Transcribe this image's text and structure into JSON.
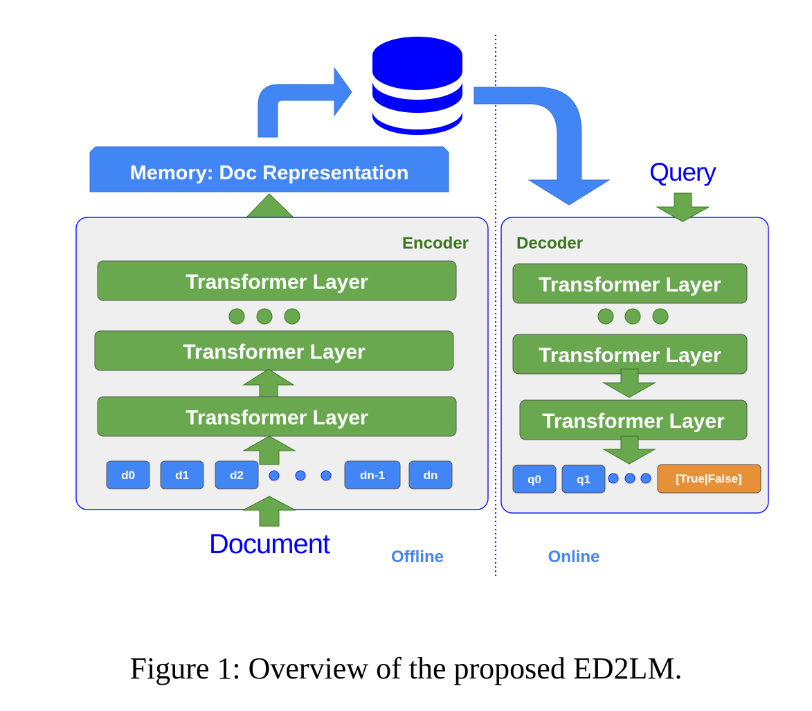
{
  "colors": {
    "green": "#6aa84f",
    "green_dark": "#38761d",
    "blue": "#4285f4",
    "deep_blue": "#0000ff",
    "orange": "#e69138",
    "panel_fill": "#efefef",
    "panel_border": "#1a1aff"
  },
  "icons": {
    "database": "database-icon"
  },
  "memory": {
    "label": "Memory: Doc Representation"
  },
  "encoder": {
    "title": "Encoder",
    "layers": [
      "Transformer Layer",
      "Transformer Layer",
      "Transformer Layer"
    ],
    "tokens": [
      "d0",
      "d1",
      "d2",
      "dn-1",
      "dn"
    ]
  },
  "decoder": {
    "title": "Decoder",
    "layers": [
      "Transformer Layer",
      "Transformer Layer",
      "Transformer Layer"
    ],
    "tokens": [
      "q0",
      "q1"
    ],
    "output_token": "[True|False]"
  },
  "inputs": {
    "document": "Document",
    "query": "Query"
  },
  "regions": {
    "offline": "Offline",
    "online": "Online"
  },
  "caption": "Figure 1: Overview of the proposed ED2LM."
}
